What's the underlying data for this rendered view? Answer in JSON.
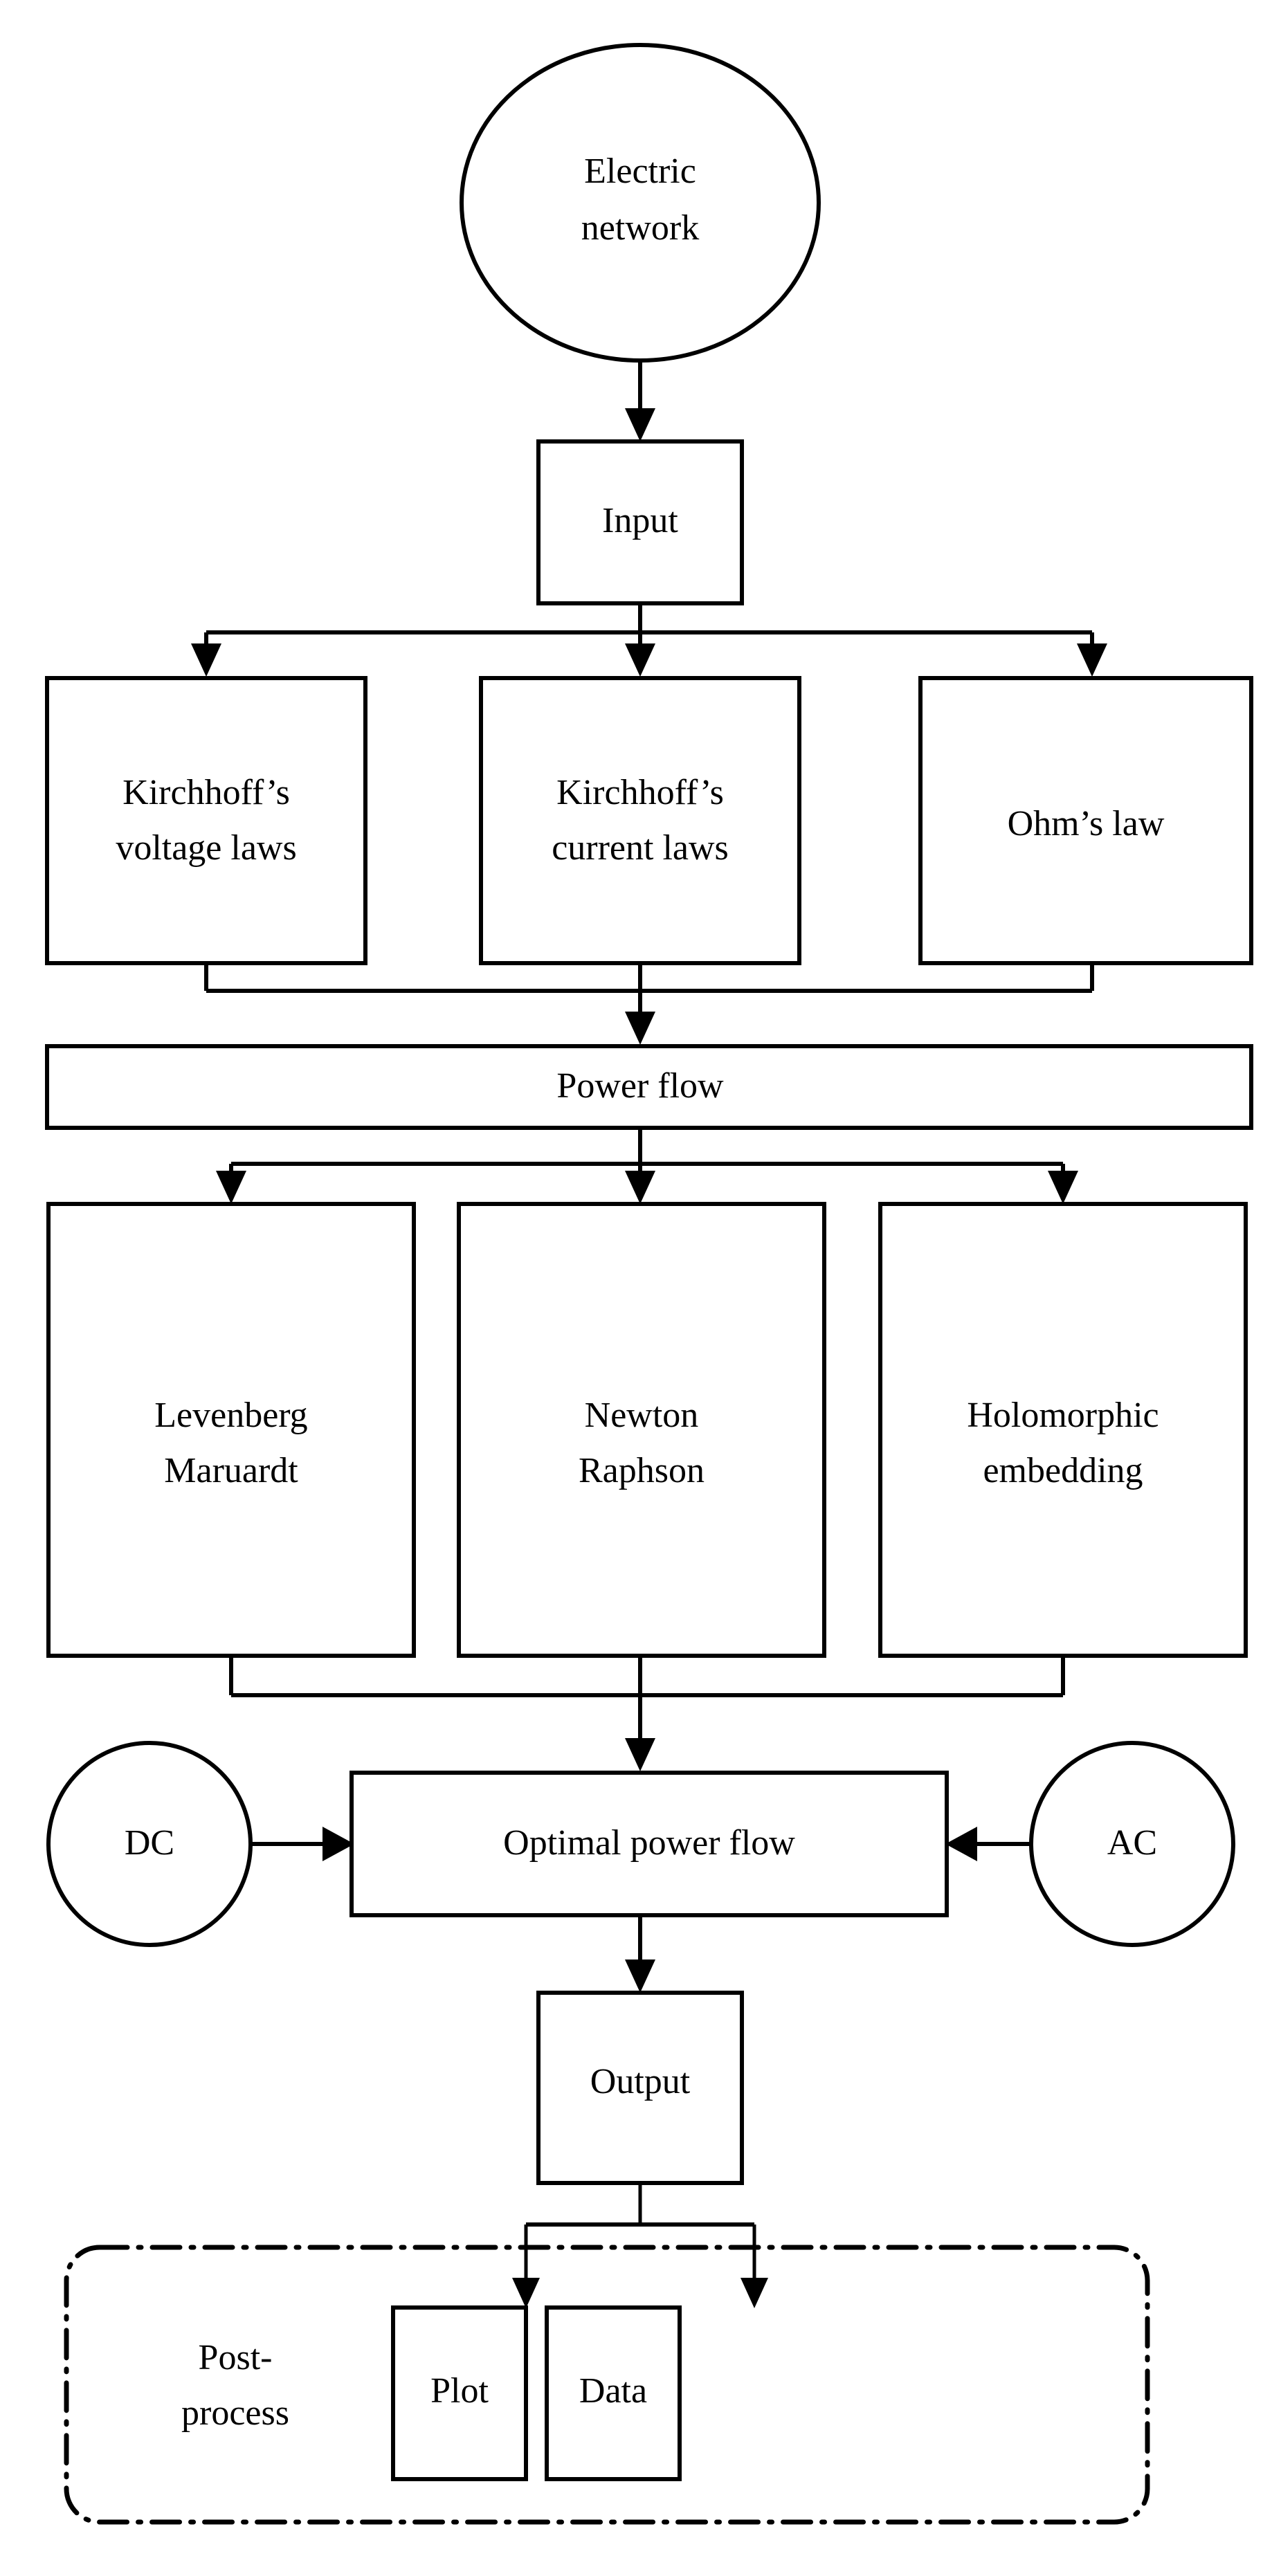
{
  "diagram": {
    "title": "Power system analysis workflow flowchart",
    "colors": {
      "stroke": "#000000",
      "fill": "#ffffff",
      "text": "#000000"
    },
    "nodes": {
      "electric_network": {
        "line1": "Electric",
        "line2": "network",
        "shape": "ellipse"
      },
      "input": {
        "label": "Input",
        "shape": "rect"
      },
      "kirchhoff_voltage": {
        "line1": "Kirchhoff’s",
        "line2": "voltage laws",
        "shape": "rect"
      },
      "kirchhoff_current": {
        "line1": "Kirchhoff’s",
        "line2": "current laws",
        "shape": "rect"
      },
      "ohms_law": {
        "label": "Ohm’s law",
        "shape": "rect"
      },
      "power_flow": {
        "label": "Power flow",
        "shape": "rect"
      },
      "levenberg": {
        "line1": "Levenberg",
        "line2": "Maruardt",
        "shape": "rect"
      },
      "newton_raphson": {
        "line1": "Newton",
        "line2": "Raphson",
        "shape": "rect"
      },
      "holomorphic": {
        "line1": "Holomorphic",
        "line2": "embedding",
        "shape": "rect"
      },
      "dc": {
        "label": "DC",
        "shape": "circle"
      },
      "optimal_power_flow": {
        "label": "Optimal power flow",
        "shape": "rect"
      },
      "ac": {
        "label": "AC",
        "shape": "circle"
      },
      "output": {
        "label": "Output",
        "shape": "rect"
      },
      "post_process": {
        "line1": "Post-",
        "line2": "process",
        "shape": "dash-dot-rounded-rect"
      },
      "plot": {
        "label": "Plot",
        "shape": "rect"
      },
      "data": {
        "label": "Data",
        "shape": "rect"
      }
    },
    "edges": [
      {
        "from": "electric_network",
        "to": "input"
      },
      {
        "from": "input",
        "to": "kirchhoff_voltage"
      },
      {
        "from": "input",
        "to": "kirchhoff_current"
      },
      {
        "from": "input",
        "to": "ohms_law"
      },
      {
        "from": "kirchhoff_voltage",
        "to": "power_flow"
      },
      {
        "from": "kirchhoff_current",
        "to": "power_flow"
      },
      {
        "from": "ohms_law",
        "to": "power_flow"
      },
      {
        "from": "power_flow",
        "to": "levenberg"
      },
      {
        "from": "power_flow",
        "to": "newton_raphson"
      },
      {
        "from": "power_flow",
        "to": "holomorphic"
      },
      {
        "from": "levenberg",
        "to": "optimal_power_flow"
      },
      {
        "from": "newton_raphson",
        "to": "optimal_power_flow"
      },
      {
        "from": "holomorphic",
        "to": "optimal_power_flow"
      },
      {
        "from": "dc",
        "to": "optimal_power_flow"
      },
      {
        "from": "ac",
        "to": "optimal_power_flow"
      },
      {
        "from": "optimal_power_flow",
        "to": "output"
      },
      {
        "from": "output",
        "to": "plot"
      },
      {
        "from": "output",
        "to": "data"
      }
    ]
  }
}
